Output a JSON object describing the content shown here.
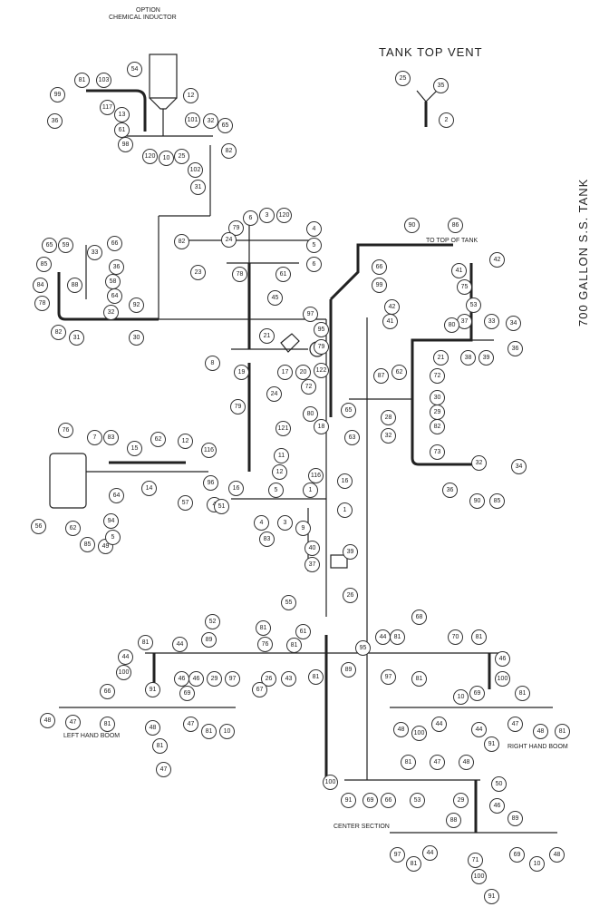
{
  "labels": {
    "option_line1": "OPTION",
    "option_line2": "CHEMICAL INDUCTOR",
    "tank_top_vent": "TANK TOP VENT",
    "tank_title": "700 GALLON S.S. TANK",
    "to_top_of_tank": "TO TOP OF TANK",
    "left_hand_boom": "LEFT HAND BOOM",
    "right_hand_boom": "RIGHT HAND BOOM",
    "center_section": "CENTER SECTION"
  },
  "callouts": [
    "54",
    "81",
    "103",
    "99",
    "117",
    "12",
    "101",
    "32",
    "65",
    "13",
    "61",
    "98",
    "120",
    "10",
    "25",
    "102",
    "82",
    "31",
    "36",
    "25",
    "35",
    "2",
    "6",
    "3",
    "120",
    "4",
    "5",
    "79",
    "82",
    "24",
    "23",
    "78",
    "61",
    "6",
    "45",
    "65",
    "59",
    "66",
    "33",
    "36",
    "58",
    "64",
    "85",
    "88",
    "84",
    "78",
    "82",
    "31",
    "32",
    "92",
    "30",
    "90",
    "86",
    "66",
    "99",
    "42",
    "41",
    "41",
    "75",
    "42",
    "53",
    "37",
    "80",
    "21",
    "38",
    "39",
    "33",
    "34",
    "36",
    "87",
    "62",
    "72",
    "30",
    "29",
    "28",
    "82",
    "32",
    "73",
    "32",
    "34",
    "36",
    "85",
    "90",
    "97",
    "95",
    "8",
    "19",
    "17",
    "20",
    "79",
    "21",
    "122",
    "72",
    "79",
    "24",
    "121",
    "18",
    "65",
    "63",
    "80",
    "11",
    "12",
    "116",
    "5",
    "1",
    "16",
    "1",
    "9",
    "4",
    "4",
    "3",
    "83",
    "40",
    "37",
    "39",
    "26",
    "55",
    "76",
    "7",
    "83",
    "15",
    "62",
    "12",
    "116",
    "96",
    "14",
    "64",
    "57",
    "56",
    "62",
    "85",
    "94",
    "49",
    "5",
    "16",
    "51",
    "52",
    "89",
    "81",
    "76",
    "81",
    "44",
    "46",
    "46",
    "26",
    "29",
    "97",
    "67",
    "43",
    "61",
    "81",
    "95",
    "81",
    "89",
    "68",
    "44",
    "81",
    "70",
    "81",
    "46",
    "97",
    "81",
    "100",
    "44",
    "100",
    "91",
    "69",
    "66",
    "81",
    "47",
    "48",
    "48",
    "47",
    "81",
    "10",
    "81",
    "47",
    "48",
    "100",
    "44",
    "44",
    "91",
    "69",
    "10",
    "81",
    "47",
    "48",
    "81",
    "100",
    "91",
    "69",
    "66",
    "81",
    "47",
    "48",
    "53",
    "50",
    "29",
    "46",
    "88",
    "89",
    "71",
    "97",
    "81",
    "44",
    "100",
    "91",
    "69",
    "10",
    "48",
    "47",
    "81",
    "100",
    "44",
    "81",
    "47",
    "48"
  ]
}
